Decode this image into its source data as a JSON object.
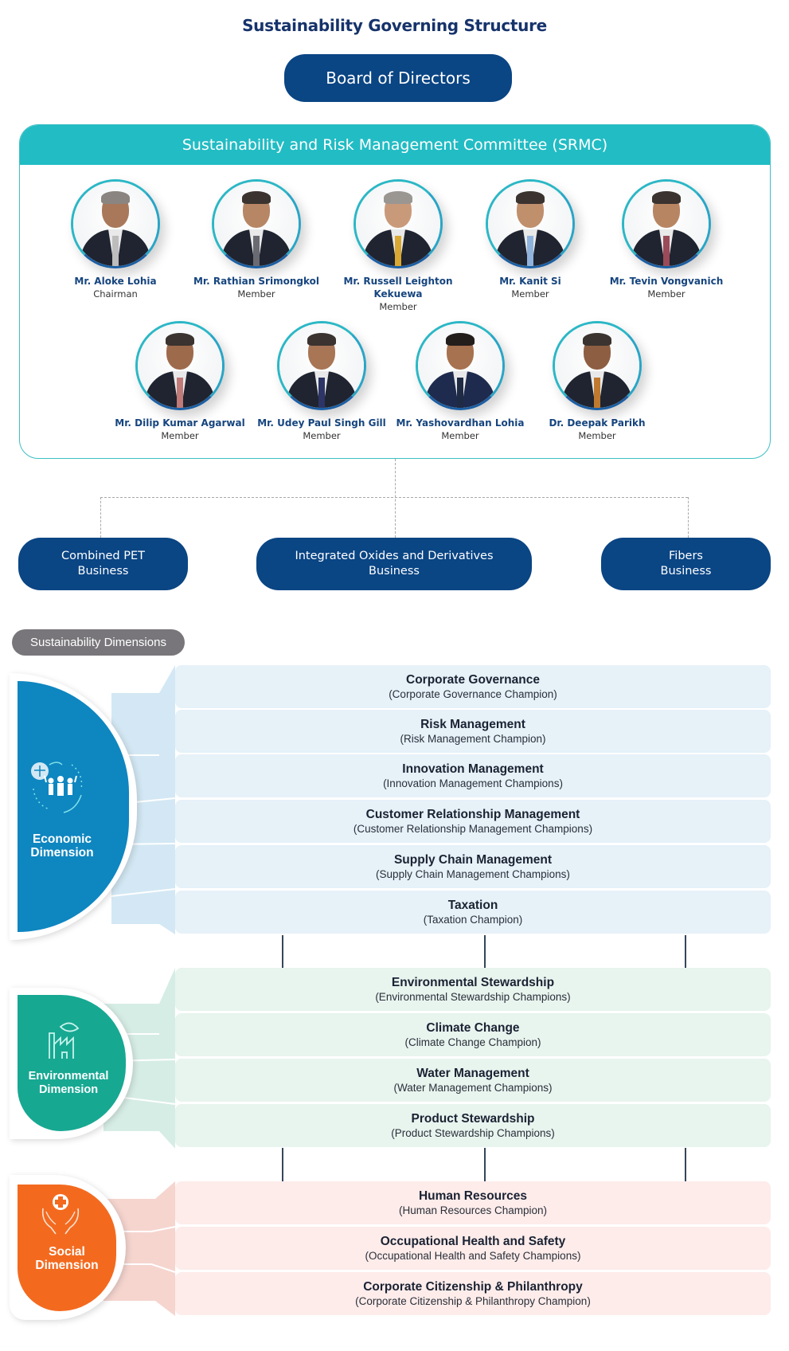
{
  "title": "Sustainability Governing Structure",
  "board": {
    "label": "Board of Directors"
  },
  "srmc": {
    "header": "Sustainability and Risk Management Committee (SRMC)",
    "members": [
      {
        "name": "Mr. Aloke Lohia",
        "role": "Chairman",
        "tie": "#bdbdbd"
      },
      {
        "name": "Mr. Rathian Srimongkol",
        "role": "Member",
        "tie": "#6a6a72"
      },
      {
        "name": "Mr. Russell Leighton",
        "name2": "Kekuewa",
        "role": "Member",
        "tie": "#d8a832"
      },
      {
        "name": "Mr. Kanit Si",
        "role": "Member",
        "tie": "#8fb3dd"
      },
      {
        "name": "Mr. Tevin Vongvanich",
        "role": "Member",
        "tie": "#9a4a58"
      },
      {
        "name": "Mr. Dilip Kumar Agarwal",
        "role": "Member",
        "tie": "#c07a78"
      },
      {
        "name": "Mr. Udey Paul Singh Gill",
        "role": "Member",
        "tie": "#2c3566"
      },
      {
        "name": "Mr. Yashovardhan Lohia",
        "role": "Member",
        "tie": "#1f2a44"
      },
      {
        "name": "Dr. Deepak Parikh",
        "role": "Member",
        "tie": "#c07a30"
      }
    ]
  },
  "businesses": [
    {
      "line1": "Combined PET",
      "line2": "Business"
    },
    {
      "line1": "Integrated Oxides and Derivatives",
      "line2": "Business"
    },
    {
      "line1": "Fibers",
      "line2": "Business"
    }
  ],
  "dimensions_label": "Sustainability Dimensions",
  "dimensions": {
    "economic": {
      "line1": "Economic",
      "line2": "Dimension",
      "icon": "people-balance-cycle-icon",
      "color": "#0e86c0",
      "items": [
        {
          "title": "Corporate Governance",
          "sub": "(Corporate Governance Champion)"
        },
        {
          "title": "Risk Management",
          "sub": "(Risk Management Champion)"
        },
        {
          "title": "Innovation Management",
          "sub": "(Innovation Management Champions)"
        },
        {
          "title": "Customer Relationship Management",
          "sub": "(Customer Relationship Management Champions)"
        },
        {
          "title": "Supply Chain Management",
          "sub": "(Supply Chain Management Champions)"
        },
        {
          "title": "Taxation",
          "sub": "(Taxation Champion)"
        }
      ]
    },
    "environmental": {
      "line1": "Environmental",
      "line2": "Dimension",
      "icon": "factory-leaf-icon",
      "color": "#17a892",
      "items": [
        {
          "title": "Environmental Stewardship",
          "sub": "(Environmental Stewardship Champions)"
        },
        {
          "title": "Climate Change",
          "sub": "(Climate Change Champion)"
        },
        {
          "title": "Water Management",
          "sub": "(Water Management Champions)"
        },
        {
          "title": "Product Stewardship",
          "sub": "(Product Stewardship Champions)"
        }
      ]
    },
    "social": {
      "line1": "Social",
      "line2": "Dimension",
      "icon": "hands-medical-cross-icon",
      "color": "#f36a1f",
      "items": [
        {
          "title": "Human Resources",
          "sub": "(Human Resources Champion)"
        },
        {
          "title": "Occupational Health and Safety",
          "sub": "(Occupational Health and Safety Champions)"
        },
        {
          "title": "Corporate Citizenship & Philanthropy",
          "sub": "(Corporate Citizenship & Philanthropy Champion)"
        }
      ]
    }
  }
}
